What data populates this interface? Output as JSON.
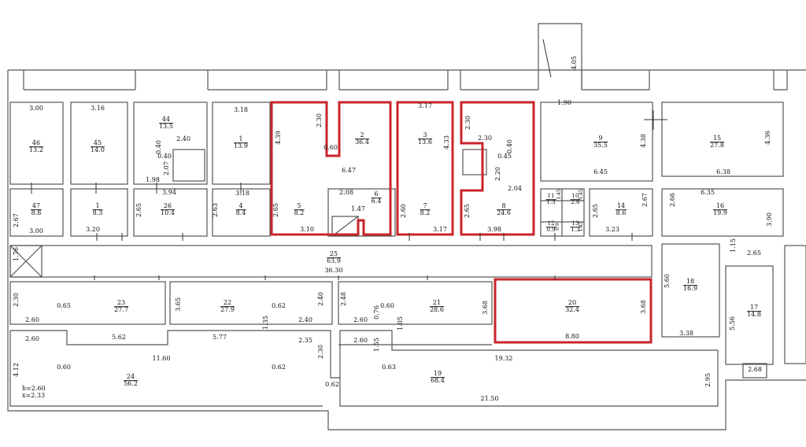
{
  "rooms": [
    {
      "id": "46",
      "area": "13.2"
    },
    {
      "id": "45",
      "area": "14.0"
    },
    {
      "id": "44",
      "area": "13.5"
    },
    {
      "id": "1",
      "area": "13.9"
    },
    {
      "id": "2",
      "area": "36.4"
    },
    {
      "id": "3",
      "area": "13.6"
    },
    {
      "id": "9",
      "area": "35.5"
    },
    {
      "id": "15",
      "area": "27.8"
    },
    {
      "id": "47",
      "area": "8.8"
    },
    {
      "id": "1",
      "area": "8.3"
    },
    {
      "id": "26",
      "area": "10.4"
    },
    {
      "id": "4",
      "area": "8.4"
    },
    {
      "id": "5",
      "area": "8.2"
    },
    {
      "id": "6",
      "area": "6.4"
    },
    {
      "id": "7",
      "area": "8.2"
    },
    {
      "id": "8",
      "area": "24.6"
    },
    {
      "id": "11",
      "area": "1.3"
    },
    {
      "id": "10",
      "area": "2.6"
    },
    {
      "id": "12",
      "area": "0.9"
    },
    {
      "id": "13",
      "area": "1.3"
    },
    {
      "id": "14",
      "area": "8.6"
    },
    {
      "id": "16",
      "area": "19.9"
    },
    {
      "id": "25",
      "area": "63.9"
    },
    {
      "id": "18",
      "area": "16.9"
    },
    {
      "id": "17",
      "area": "14.8"
    },
    {
      "id": "23",
      "area": "27.7"
    },
    {
      "id": "22",
      "area": "27.9"
    },
    {
      "id": "21",
      "area": "28.6"
    },
    {
      "id": "20",
      "area": "32.4"
    },
    {
      "id": "24",
      "area": "56.2"
    },
    {
      "id": "19",
      "area": "68.4"
    }
  ],
  "dims": [
    "3.00",
    "3.16",
    "3.18",
    "2.30",
    "3.17",
    "2.30",
    "4.05",
    "1.90",
    "4.38",
    "4.36",
    "0.40",
    "2.40",
    "0.40",
    "2.07",
    "1.98",
    "4.39",
    "0.60",
    "6.47",
    "4.33",
    "2.30",
    "0.40",
    "0.45",
    "2.20",
    "2.04",
    "6.45",
    "6.38",
    "3.94",
    "3.18",
    "2.08",
    "1.47",
    "2.67",
    "2.66",
    "6.35",
    "1.45",
    "1.45",
    "2.67",
    "2.65",
    "2.63",
    "2.65",
    "2.65",
    "2.60",
    "2.65",
    "3.90",
    "3.00",
    "3.20",
    "3.10",
    "3.17",
    "3.98",
    "0.9",
    "1.45",
    "3.23",
    "1.15",
    "2.65",
    "1.76",
    "36.30",
    "5.60",
    "2.30",
    "0.65",
    "3.65",
    "0.62",
    "2.40",
    "2.48",
    "0.60",
    "0.76",
    "3.68",
    "3.68",
    "2.60",
    "5.62",
    "5.77",
    "1.35",
    "2.40",
    "2.60",
    "1.05",
    "8.80",
    "3.38",
    "5.56",
    "2.60",
    "2.35",
    "2.60",
    "1.55",
    "2.30",
    "11.60",
    "19.32",
    "0.60",
    "0.62",
    "0.63",
    "4.12",
    "0.62",
    "2.95",
    "21.50",
    "2.68"
  ],
  "notes": {
    "h": "h=2.60",
    "x": "x=2.33"
  }
}
